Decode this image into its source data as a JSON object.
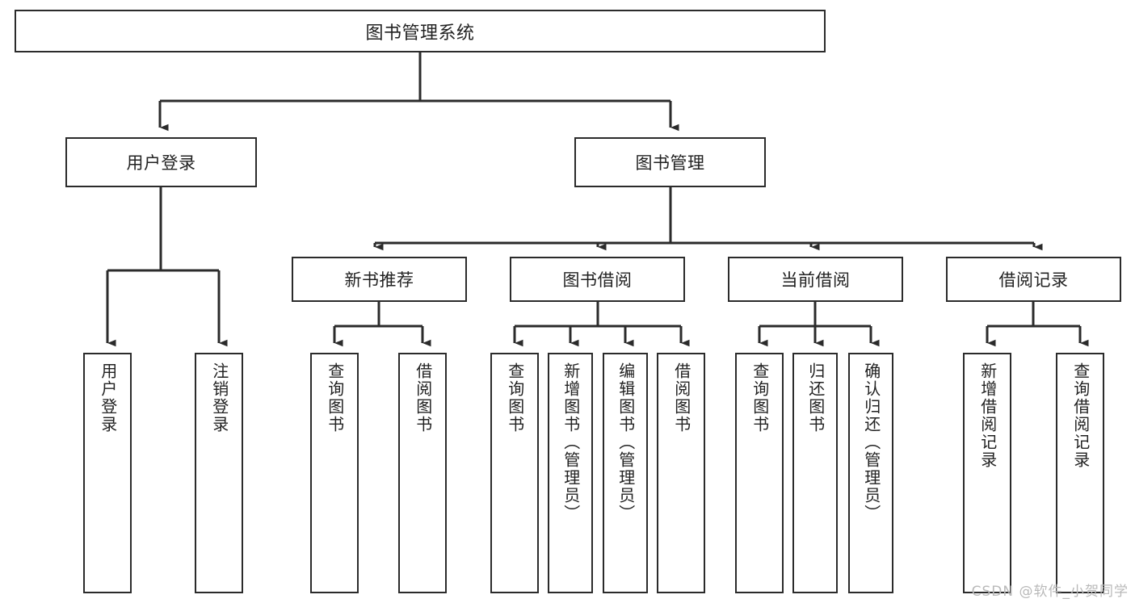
{
  "diagram": {
    "type": "tree-hierarchy",
    "title": "图书管理系统",
    "orientation": "top-down",
    "colors": {
      "box_border": "#2b2b2b",
      "box_fill": "#ffffff",
      "text": "#222222",
      "line": "#2b2b2b",
      "watermark": "#b9b9b9"
    }
  },
  "root": {
    "label": "图书管理系统"
  },
  "level2": [
    {
      "label": "用户登录"
    },
    {
      "label": "图书管理"
    }
  ],
  "level3": [
    {
      "label": "新书推荐"
    },
    {
      "label": "图书借阅"
    },
    {
      "label": "当前借阅"
    },
    {
      "label": "借阅记录"
    }
  ],
  "leaves": {
    "user_login": [
      {
        "label": "用户登录"
      },
      {
        "label": "注销登录"
      }
    ],
    "new_book_recommend": [
      {
        "label": "查询图书"
      },
      {
        "label": "借阅图书"
      }
    ],
    "book_borrow": [
      {
        "label": "查询图书"
      },
      {
        "label": "新增图书（管理员）"
      },
      {
        "label": "编辑图书（管理员）"
      },
      {
        "label": "借阅图书"
      }
    ],
    "current_borrow": [
      {
        "label": "查询图书"
      },
      {
        "label": "归还图书"
      },
      {
        "label": "确认归还（管理员）"
      }
    ],
    "borrow_record": [
      {
        "label": "新增借阅记录"
      },
      {
        "label": "查询借阅记录"
      }
    ]
  },
  "watermark": {
    "text": "CSDN @软件_小贺同学"
  }
}
